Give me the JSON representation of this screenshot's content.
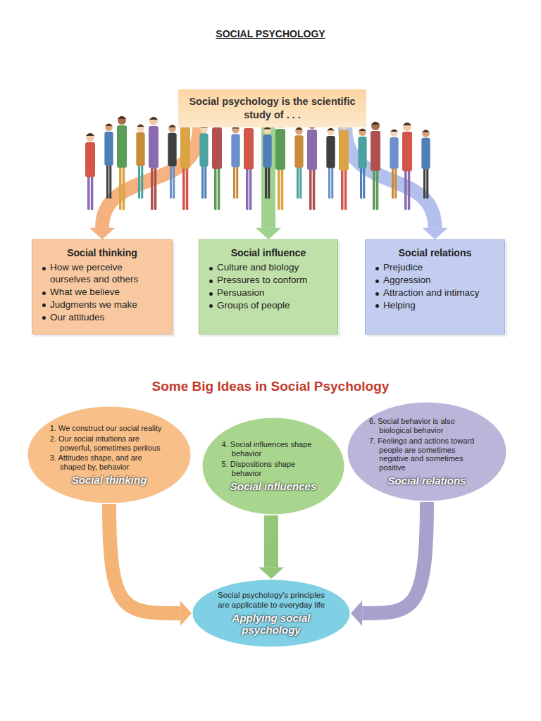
{
  "diagram": {
    "title": "SOCIAL PSYCHOLOGY",
    "nodes": [
      {
        "text": [
          "Social psychology is the scientific study of . . ."
        ]
      },
      {
        "text": [
          "Social thinking",
          "How we perceive ourselves and others",
          "What we believe",
          "Judgments we make",
          "Our attitudes"
        ]
      },
      {
        "text": [
          "Social influence",
          "Culture and biology",
          "Pressures to conform",
          "Persuasion",
          "Groups of people"
        ]
      },
      {
        "text": [
          "Social relations",
          "Prejudice",
          "Aggression",
          "Attraction and intimacy",
          "Helping"
        ]
      },
      {
        "text": [
          "1. We construct our social reality",
          "2. Our social intuitions are powerful, sometimes perilous",
          "3. Attitudes shape, and are shaped by, behavior",
          "Social thinking"
        ]
      },
      {
        "text": [
          "4. Social influences shape behavior",
          "5. Dispositions shape behavior",
          "Social influences"
        ]
      },
      {
        "text": [
          "6. Social behavior is also biological behavior",
          "7. Feelings and actions toward people are sometimes negative and sometimes positive",
          "Social relations"
        ]
      },
      {
        "text": [
          "Social psychology's principles are applicable to everyday life",
          "Applying social psychology"
        ]
      }
    ],
    "edges": [
      {
        "from": 0,
        "to": 1,
        "arrow": "to"
      },
      {
        "from": 0,
        "to": 2,
        "arrow": "to"
      },
      {
        "from": 0,
        "to": 3,
        "arrow": "to"
      },
      {
        "from": 4,
        "to": 7,
        "arrow": "to"
      },
      {
        "from": 5,
        "to": 7,
        "arrow": "to"
      },
      {
        "from": 6,
        "to": 7,
        "arrow": "to"
      }
    ],
    "labels": [
      "Some Big Ideas in Social Psychology"
    ]
  }
}
